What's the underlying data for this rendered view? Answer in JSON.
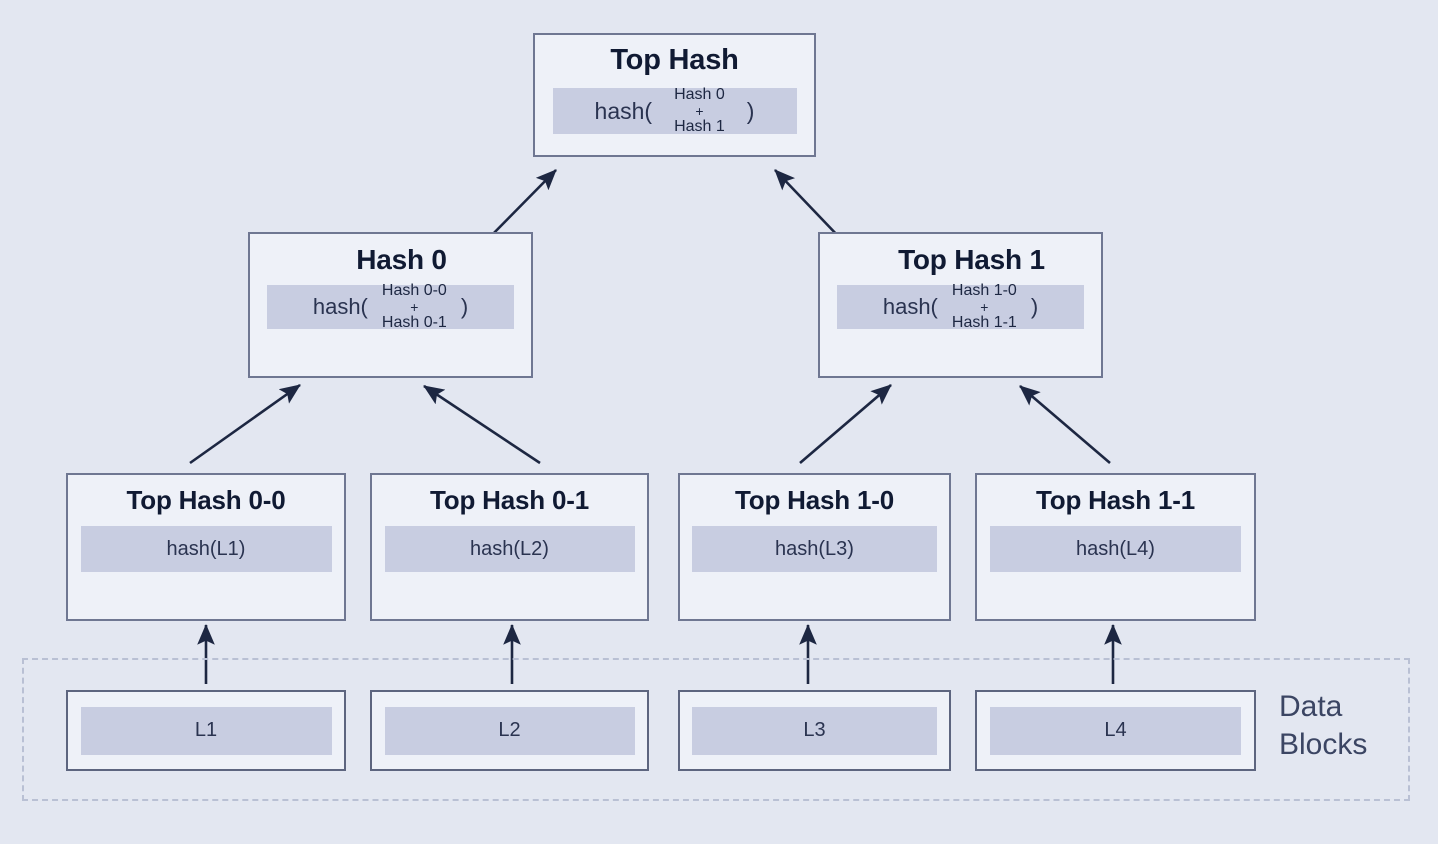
{
  "diagram": {
    "kind": "merkle-tree",
    "background_color": "#e3e7f1",
    "node_fill": "#eef1f8",
    "node_border": "#6f7792",
    "bar_fill": "#c8cde1",
    "title_color": "#101a33",
    "arrow_color": "#1d2742",
    "group_border": "#b9c0d4"
  },
  "root": {
    "title": "Top Hash",
    "formula": {
      "fn": "hash(",
      "operand_top": "Hash 0",
      "plus": "+",
      "operand_bottom": "Hash 1",
      "close": ")"
    }
  },
  "mid_nodes": [
    {
      "title": "Hash\n0",
      "formula": {
        "fn": "hash(",
        "operand_top": "Hash 0-0",
        "plus": "+",
        "operand_bottom": "Hash 0-1",
        "close": ")"
      }
    },
    {
      "title": "Top Hash\n1",
      "formula": {
        "fn": "hash(",
        "operand_top": "Hash 1-0",
        "plus": "+",
        "operand_bottom": "Hash 1-1",
        "close": ")"
      }
    }
  ],
  "leaf_nodes": [
    {
      "title": "Top Hash\n0-0",
      "value": "hash(L1)"
    },
    {
      "title": "Top Hash\n0-1",
      "value": "hash(L2)"
    },
    {
      "title": "Top Hash\n1-0",
      "value": "hash(L3)"
    },
    {
      "title": "Top Hash\n1-1",
      "value": "hash(L4)"
    }
  ],
  "data_blocks": {
    "label": "Data\nBlocks",
    "items": [
      {
        "value": "L1"
      },
      {
        "value": "L2"
      },
      {
        "value": "L3"
      },
      {
        "value": "L4"
      }
    ]
  }
}
